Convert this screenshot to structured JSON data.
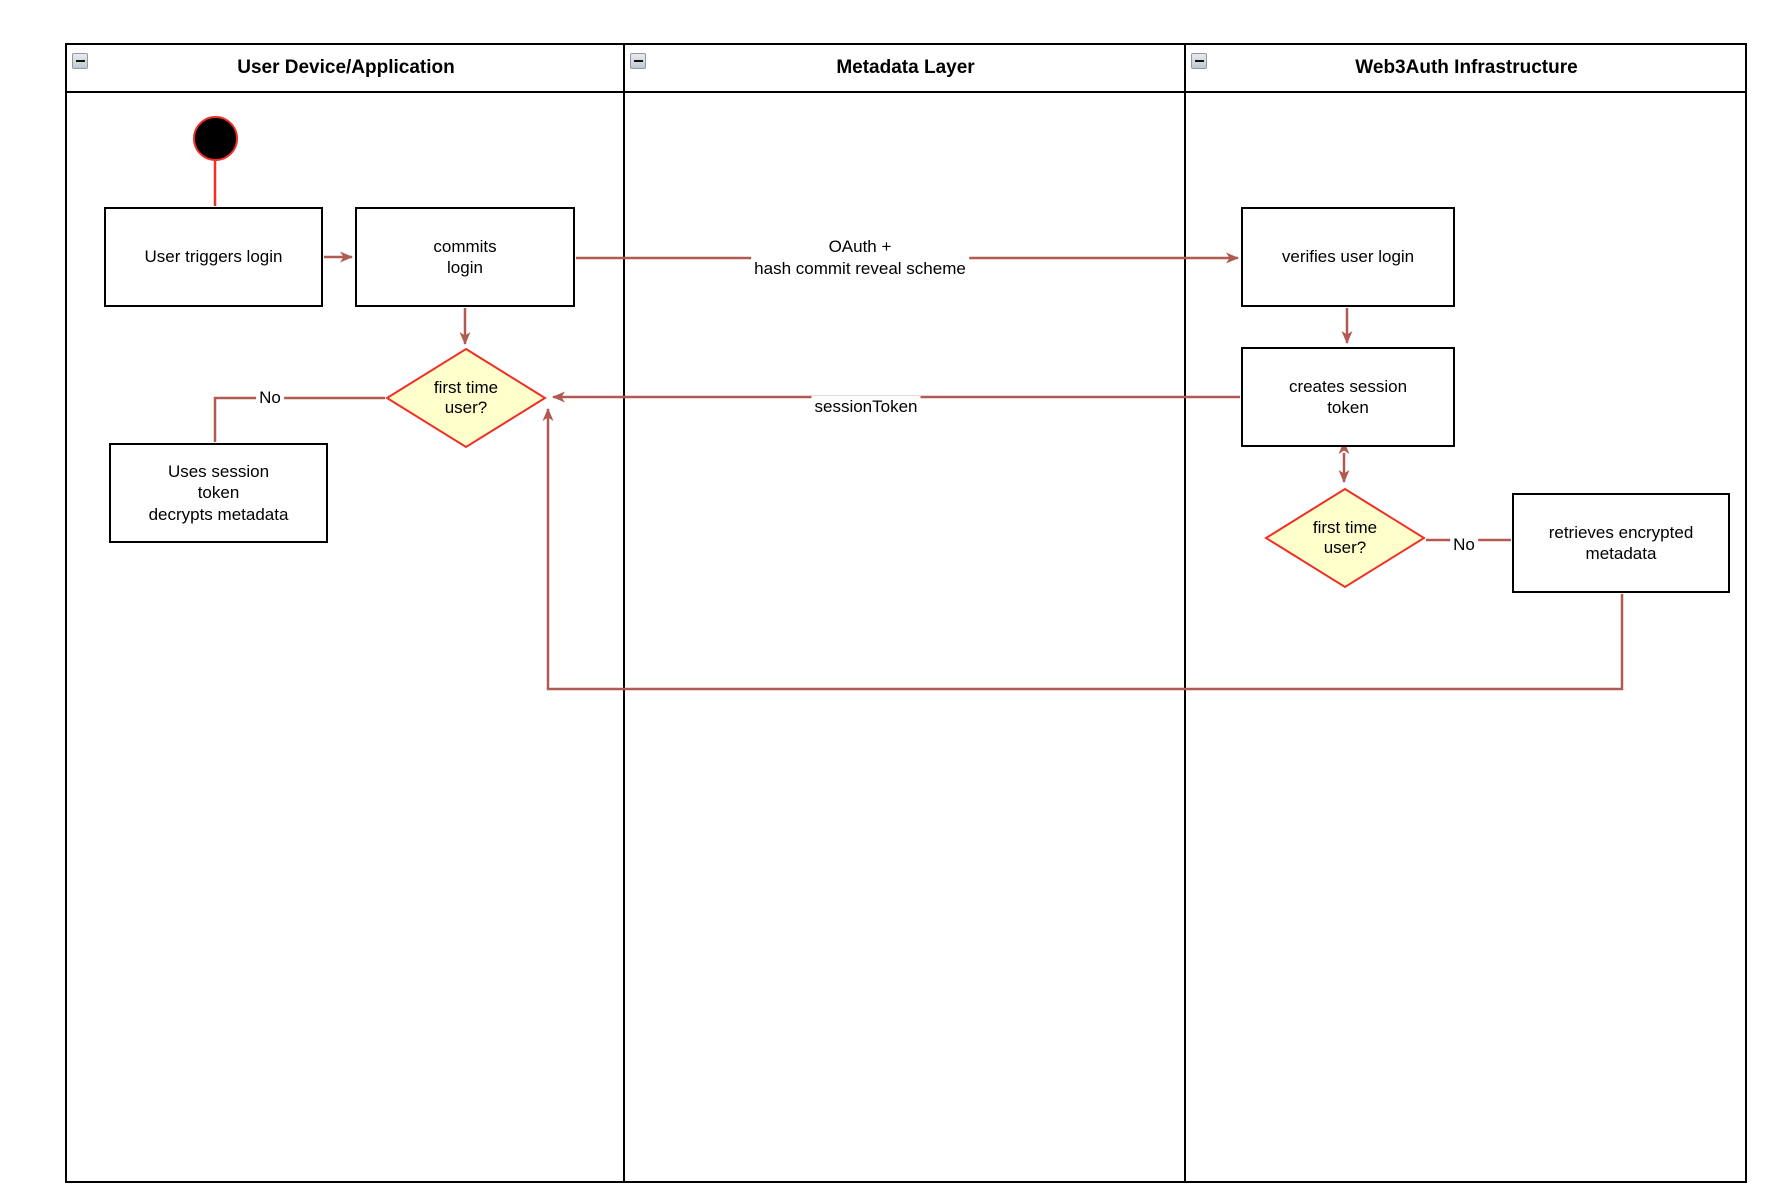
{
  "lanes": [
    {
      "title": "User Device/Application"
    },
    {
      "title": "Metadata Layer"
    },
    {
      "title": "Web3Auth Infrastructure"
    }
  ],
  "nodes": {
    "user_triggers_login": "User triggers login",
    "commits_login": "commits\nlogin",
    "first_time_user_left": "first time\nuser?",
    "uses_session_token": "Uses session\ntoken\ndecrypts metadata",
    "verifies_user_login": "verifies user login",
    "creates_session_token": "creates session\ntoken",
    "first_time_user_right": "first time\nuser?",
    "retrieves_encrypted_metadata": "retrieves encrypted\nmetadata"
  },
  "edge_labels": {
    "oauth": "OAuth +\nhash commit reveal scheme",
    "session_token": "sessionToken",
    "no_left": "No",
    "no_right": "No"
  },
  "colors": {
    "edge": "#B05A52",
    "red": "#EE2F26",
    "diamond_fill": "#FFFFCC",
    "lane_border": "#000000"
  }
}
